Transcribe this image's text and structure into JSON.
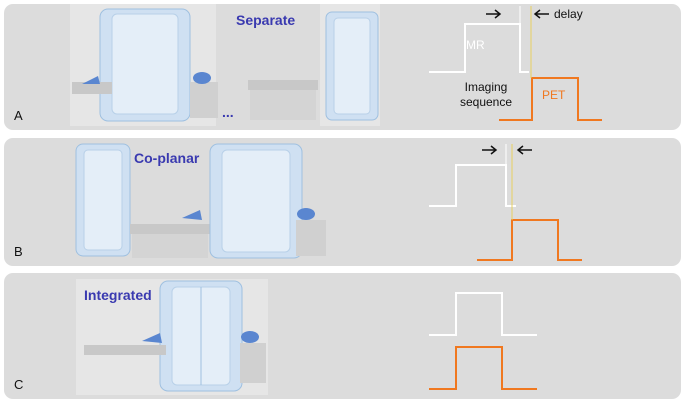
{
  "panels": [
    {
      "letter": "A",
      "title": "Separate",
      "ellipsis": "...",
      "labels": {
        "mr": "MR",
        "pet": "PET",
        "delay": "delay",
        "imaging_sequence": "Imaging\nsequence"
      }
    },
    {
      "letter": "B",
      "title": "Co-planar"
    },
    {
      "letter": "C",
      "title": "Integrated"
    }
  ],
  "colors": {
    "panel_bg": "#dcdcdc",
    "title": "#3a3ab0",
    "mr_pulse": "#ffffff",
    "pet_pulse": "#f07820",
    "delay_marker": "#e8d060",
    "scanner_body": "#cfe0f2",
    "scanner_edge": "#9fc0e0",
    "patient_head": "#5a86d0"
  }
}
